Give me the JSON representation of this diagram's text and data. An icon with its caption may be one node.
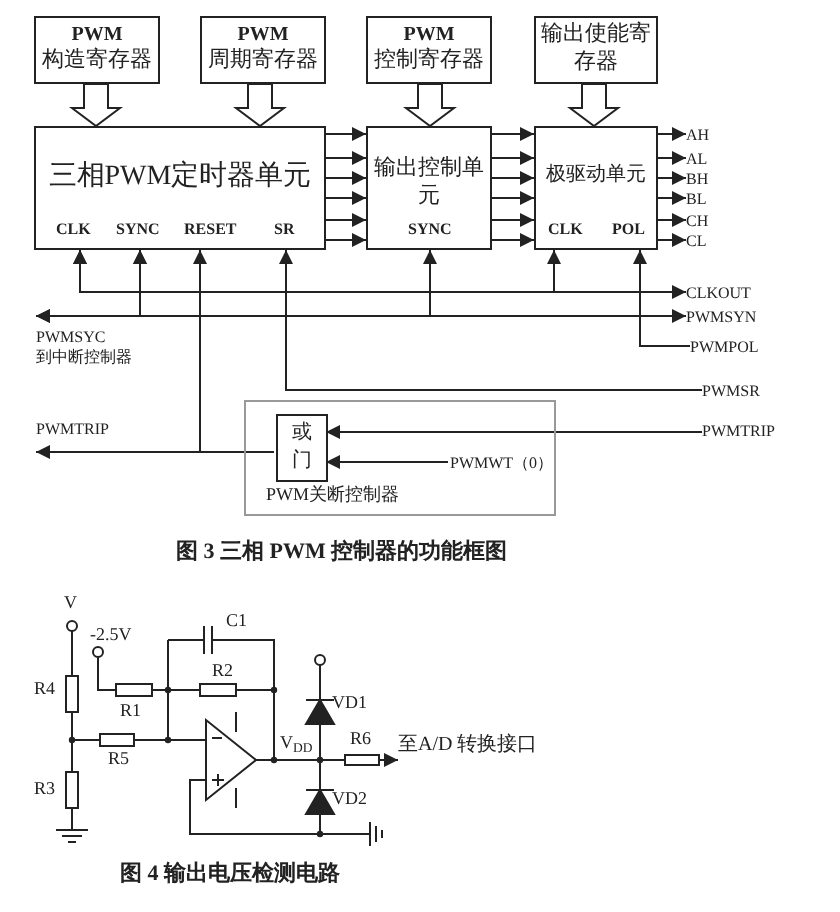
{
  "diagram": {
    "nodes": [
      {
        "text": [
          "PWM",
          "构造寄存器"
        ]
      },
      {
        "text": [
          "PWM",
          "周期寄存器"
        ]
      },
      {
        "text": [
          "PWM",
          "控制寄存器"
        ]
      },
      {
        "text": [
          "输出使能寄存器"
        ]
      },
      {
        "text": [
          "三相PWM定时器单元",
          "CLK",
          "SYNC",
          "RESET",
          "SR"
        ]
      },
      {
        "text": [
          "输出控制单元",
          "SYNC"
        ]
      },
      {
        "text": [
          "极驱动单元",
          "CLK",
          "POL"
        ]
      },
      {
        "text": [
          "AH"
        ]
      },
      {
        "text": [
          "AL"
        ]
      },
      {
        "text": [
          "BH"
        ]
      },
      {
        "text": [
          "BL"
        ]
      },
      {
        "text": [
          "CH"
        ]
      },
      {
        "text": [
          "CL"
        ]
      },
      {
        "text": [
          "CLKOUT"
        ]
      },
      {
        "text": [
          "PWMSYC",
          "到中断控制器"
        ]
      },
      {
        "text": [
          "PWMSYN"
        ]
      },
      {
        "text": [
          "PWMPOL"
        ]
      },
      {
        "text": [
          "PWMSR"
        ]
      },
      {
        "text": [
          "PWMTRIP"
        ]
      },
      {
        "text": [
          "PWM关断控制器"
        ]
      },
      {
        "text": [
          "或门"
        ],
        "in": 19
      },
      {
        "text": [
          "PWMWT（0）"
        ],
        "in": 19
      },
      {
        "text": [
          "PWMTRIP"
        ]
      },
      {
        "text": [
          "至A/D 转换接口"
        ]
      },
      {
        "text": [],
        "shape": "box",
        "beside": [
          "R6"
        ]
      }
    ],
    "edges": [
      {
        "from": 0,
        "to": 4,
        "arrow": "to",
        "style": "thick"
      },
      {
        "from": 1,
        "to": 4,
        "arrow": "to",
        "style": "thick"
      },
      {
        "from": 2,
        "to": 5,
        "arrow": "to",
        "style": "thick"
      },
      {
        "from": 3,
        "to": 6,
        "arrow": "to",
        "style": "thick"
      },
      {
        "from": 4,
        "to": 5,
        "arrow": "to"
      },
      {
        "from": 4,
        "to": 5,
        "arrow": "to"
      },
      {
        "from": 4,
        "to": 5,
        "arrow": "to"
      },
      {
        "from": 4,
        "to": 5,
        "arrow": "to"
      },
      {
        "from": 4,
        "to": 5,
        "arrow": "to"
      },
      {
        "from": 4,
        "to": 5,
        "arrow": "to"
      },
      {
        "from": 5,
        "to": 6,
        "arrow": "to"
      },
      {
        "from": 5,
        "to": 6,
        "arrow": "to"
      },
      {
        "from": 5,
        "to": 6,
        "arrow": "to"
      },
      {
        "from": 5,
        "to": 6,
        "arrow": "to"
      },
      {
        "from": 5,
        "to": 6,
        "arrow": "to"
      },
      {
        "from": 5,
        "to": 6,
        "arrow": "to"
      },
      {
        "from": 6,
        "to": 7,
        "arrow": "to"
      },
      {
        "from": 6,
        "to": 8,
        "arrow": "to"
      },
      {
        "from": 6,
        "to": 9,
        "arrow": "to"
      },
      {
        "from": 6,
        "to": 10,
        "arrow": "to"
      },
      {
        "from": 6,
        "to": 11,
        "arrow": "to"
      },
      {
        "from": 6,
        "to": 12,
        "arrow": "to"
      },
      {
        "from": 4,
        "to": 13,
        "arrow": "both"
      },
      {
        "from": 4,
        "to": 6,
        "arrow": "both"
      },
      {
        "from": 14,
        "to": 15,
        "arrow": "both"
      },
      {
        "from": 4,
        "to": 14,
        "arrow": "both"
      },
      {
        "from": 4,
        "to": 5,
        "arrow": "both"
      },
      {
        "from": 16,
        "to": 6,
        "arrow": "to"
      },
      {
        "from": 17,
        "to": 4,
        "arrow": "to"
      },
      {
        "from": 20,
        "to": 18,
        "arrow": "to"
      },
      {
        "from": 20,
        "to": 4,
        "arrow": "to"
      },
      {
        "from": 22,
        "to": 20,
        "arrow": "to"
      },
      {
        "from": 21,
        "to": 20,
        "arrow": "to"
      },
      {
        "from": 24,
        "to": 23,
        "arrow": "to"
      }
    ],
    "labels": [
      "图 3 三相 PWM 控制器的功能框图",
      "V",
      "-2.5V",
      "C1",
      "R4",
      "R2",
      "R1",
      "VD1",
      "V$_{DD}$",
      "R5",
      "R3",
      "VD2",
      "图 4 输出电压检测电路"
    ]
  }
}
